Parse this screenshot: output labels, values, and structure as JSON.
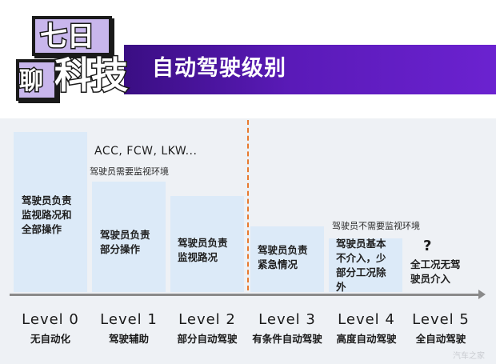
{
  "header": {
    "logo_line1": "七日",
    "logo_line2": "聊",
    "logo_line3": "科技",
    "title": "自动驾驶级别"
  },
  "annotations": {
    "top_note": "ACC, FCW, LKW...",
    "driver_monitor_note": "驾驶员需要监视环境",
    "no_monitor_note": "驾驶员不需要监视环境",
    "question_mark": "?"
  },
  "bars": [
    {
      "text": "驾驶员负责\n监视路况和\n全部操作",
      "height_fraction": 0.95
    },
    {
      "text": "驾驶员负责\n部分操作",
      "height_fraction": 0.66
    },
    {
      "text": "驾驶员负责\n监视路况",
      "height_fraction": 0.56
    },
    {
      "text": "驾驶员负责\n紧急情况",
      "height_fraction": 0.37
    },
    {
      "text": "驾驶员基本\n不介入，少\n部分工况除\n外",
      "height_fraction": 0.31
    },
    {
      "text": "全工况无驾\n驶员介入",
      "height_fraction": 0.0
    }
  ],
  "levels": [
    {
      "name": "Level 0",
      "desc": "无自动化"
    },
    {
      "name": "Level 1",
      "desc": "驾驶辅助"
    },
    {
      "name": "Level 2",
      "desc": "部分自动驾驶"
    },
    {
      "name": "Level 3",
      "desc": "有条件自动驾驶"
    },
    {
      "name": "Level 4",
      "desc": "高度自动驾驶"
    },
    {
      "name": "Level 5",
      "desc": "全自动驾驶"
    }
  ],
  "watermark": "汽车之家",
  "colors": {
    "title_band": "#5a1ab8",
    "bar_fill": "#dceaf8",
    "divider": "#e8792e",
    "axis": "#8a8a8a"
  }
}
